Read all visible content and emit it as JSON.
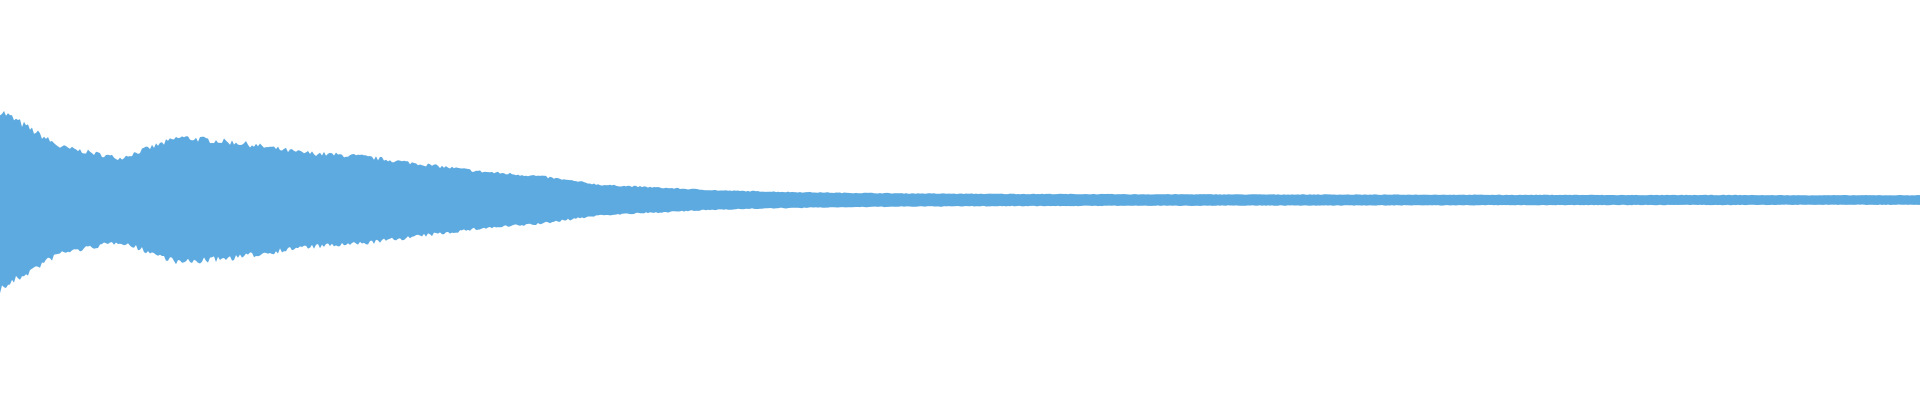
{
  "waveform": {
    "color": "#5DAAE0",
    "background": "#FFFFFF",
    "peak_envelope": [
      0.47,
      0.28,
      0.22,
      0.33,
      0.3,
      0.25,
      0.23,
      0.19,
      0.15,
      0.125,
      0.08,
      0.065,
      0.05,
      0.043,
      0.038,
      0.035,
      0.033,
      0.032,
      0.031,
      0.03,
      0.03,
      0.029,
      0.029,
      0.028,
      0.028,
      0.027,
      0.027,
      0.026,
      0.026,
      0.026,
      0.025,
      0.025,
      0.025
    ]
  }
}
